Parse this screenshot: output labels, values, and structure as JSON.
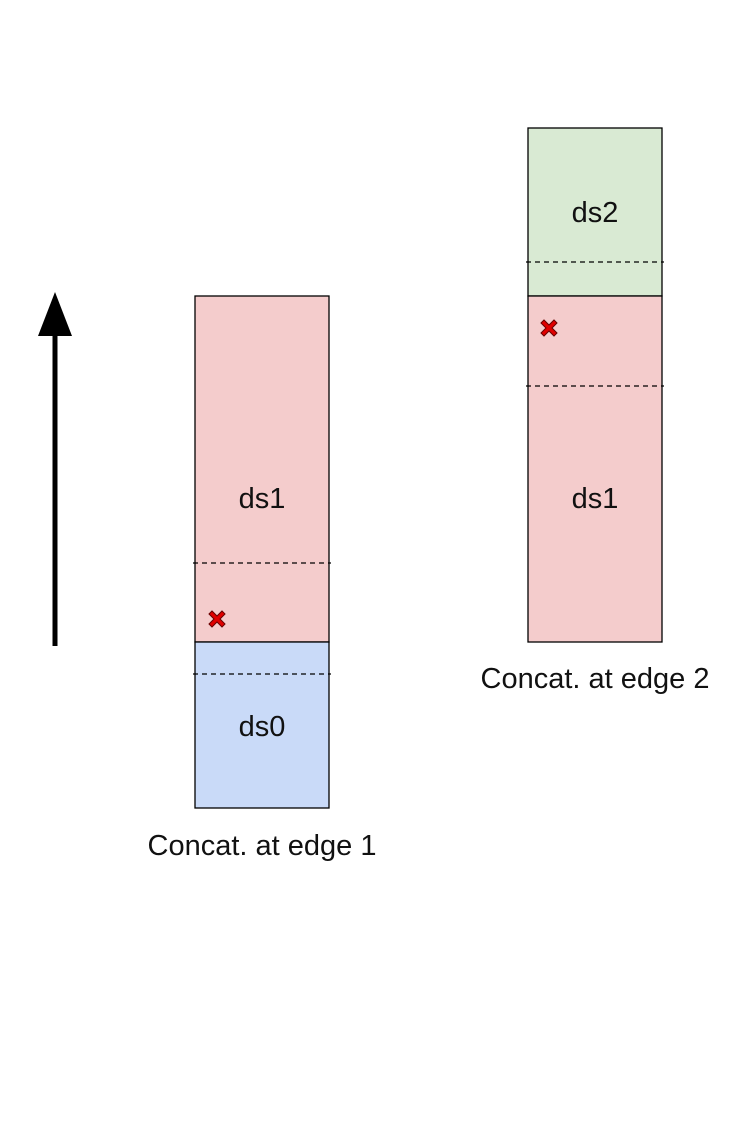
{
  "colors": {
    "ds0": "#c9daf8",
    "ds1": "#f4cccc",
    "ds2": "#d9ead3",
    "outline": "#000000",
    "marker": "#e00000"
  },
  "arrow": {
    "icon": "up-arrow-icon"
  },
  "stack1": {
    "caption": "Concat. at edge 1",
    "blocks": [
      {
        "label": "ds1",
        "color_key": "ds1"
      },
      {
        "label": "ds0",
        "color_key": "ds0"
      }
    ],
    "marker_icon": "x-mark-icon"
  },
  "stack2": {
    "caption": "Concat. at edge 2",
    "blocks": [
      {
        "label": "ds2",
        "color_key": "ds2"
      },
      {
        "label": "ds1",
        "color_key": "ds1"
      }
    ],
    "marker_icon": "x-mark-icon"
  }
}
